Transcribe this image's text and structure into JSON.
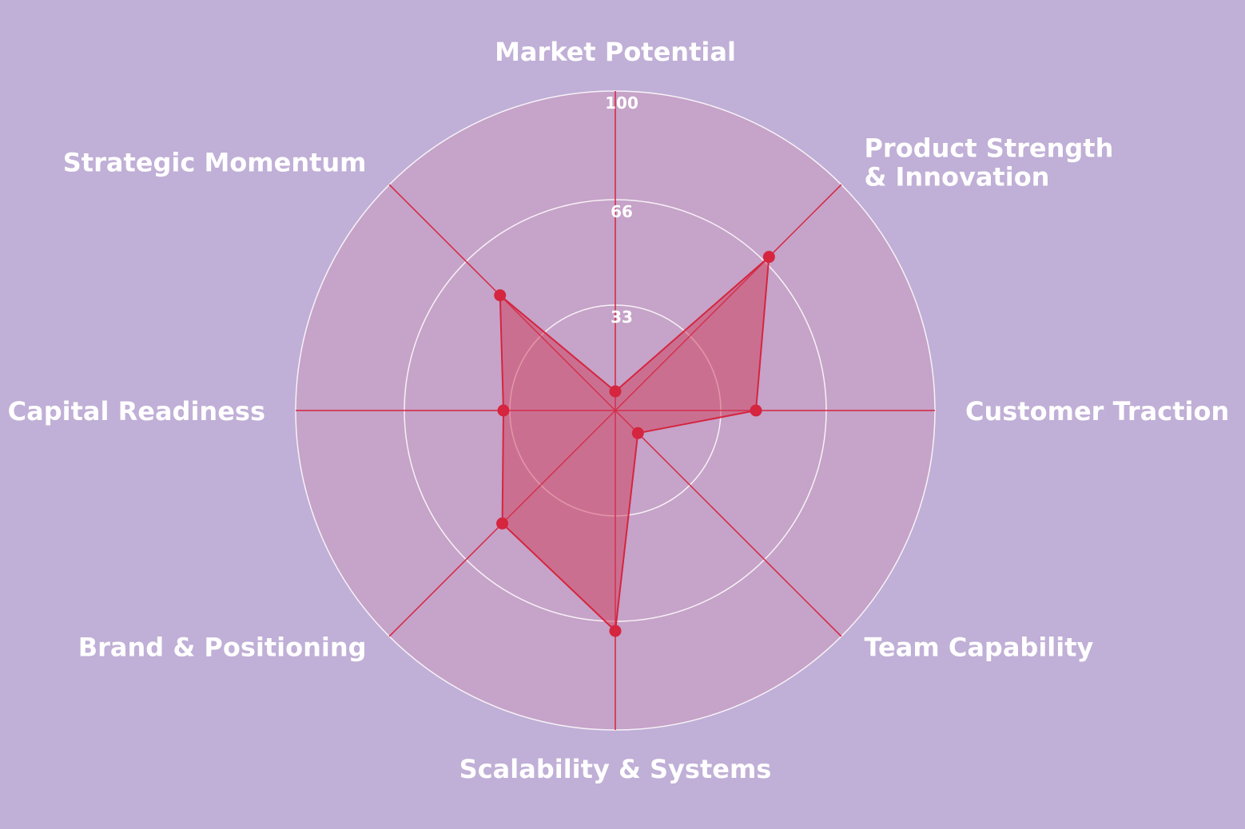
{
  "colors": {
    "background": "#c0afd6",
    "plot_area": "#c6a3c8",
    "series": "#d5253f",
    "series_fill": "#d03c5a",
    "grid": "#ffffff",
    "text": "#ffffff"
  },
  "chart_data": {
    "type": "radar",
    "title": "",
    "axes": [
      "Market Potential",
      "Product Strength & Innovation",
      "Customer Traction",
      "Team Capability",
      "Scalability & Systems",
      "Brand & Positioning",
      "Capital Readiness",
      "Strategic Momentum"
    ],
    "r_range": [
      0,
      100
    ],
    "r_ticks": [
      33,
      66,
      100
    ],
    "grid": true,
    "legend": "none",
    "series": [
      {
        "values": [
          6,
          68,
          44,
          10,
          69,
          50,
          35,
          51
        ]
      }
    ]
  }
}
